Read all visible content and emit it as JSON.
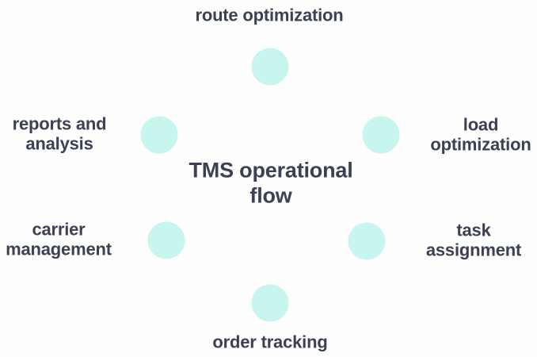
{
  "diagram": {
    "title": "TMS operational flow",
    "nodes": [
      {
        "id": "route-optimization",
        "label": "route optimization",
        "position": "top"
      },
      {
        "id": "load-optimization",
        "label": "load optimization",
        "position": "right-top"
      },
      {
        "id": "task-assignment",
        "label": "task assignment",
        "position": "right-bottom"
      },
      {
        "id": "order-tracking",
        "label": "order tracking",
        "position": "bottom"
      },
      {
        "id": "carrier-management",
        "label": "carrier management",
        "position": "left-bottom"
      },
      {
        "id": "reports-and-analysis",
        "label": "reports and analysis",
        "position": "left-top"
      }
    ],
    "colors": {
      "node_circle": "#c7f6ee",
      "label_text": "#3b4152",
      "background": "#fefefe"
    }
  }
}
